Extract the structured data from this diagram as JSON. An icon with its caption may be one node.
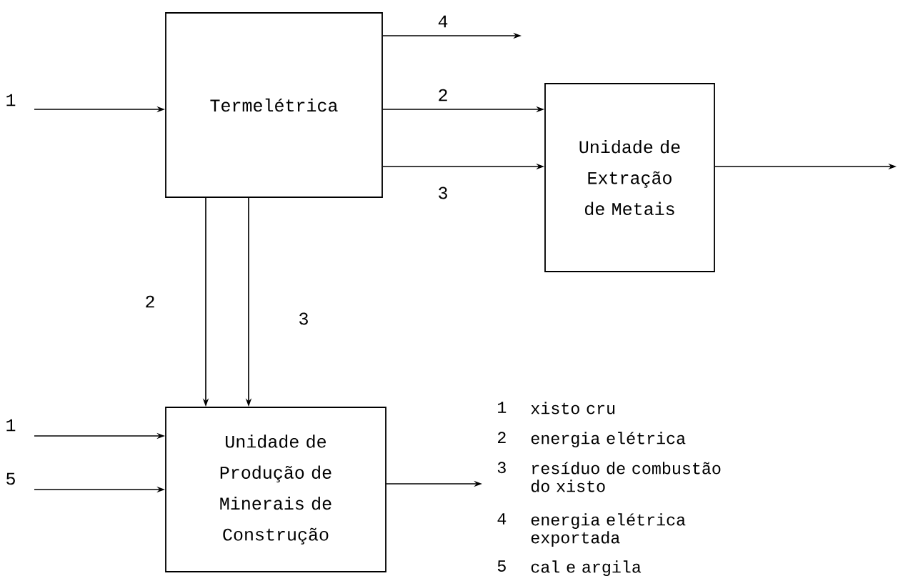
{
  "diagram": {
    "nodes": [
      {
        "text": [
          "Termelétrica"
        ]
      },
      {
        "text": [
          "Unidade de Extração de Metais"
        ]
      },
      {
        "text": [
          "Unidade de Produção de Minerais de Construção"
        ]
      }
    ],
    "edges": [
      {
        "from": null,
        "to": 0,
        "arrow": "to",
        "label": "1"
      },
      {
        "from": 0,
        "to": null,
        "arrow": "to",
        "label": "4"
      },
      {
        "from": 0,
        "to": 1,
        "arrow": "to",
        "label": "2"
      },
      {
        "from": 0,
        "to": 1,
        "arrow": "to",
        "label": "3"
      },
      {
        "from": 1,
        "to": null,
        "arrow": "to"
      },
      {
        "from": 0,
        "to": 2,
        "arrow": "to",
        "label": "2"
      },
      {
        "from": 0,
        "to": 2,
        "arrow": "to",
        "label": "3"
      },
      {
        "from": null,
        "to": 2,
        "arrow": "to",
        "label": "1"
      },
      {
        "from": null,
        "to": 2,
        "arrow": "to",
        "label": "5"
      },
      {
        "from": 2,
        "to": null,
        "arrow": "to"
      }
    ],
    "labels": [
      "1",
      "xisto cru",
      "2",
      "energia elétrica",
      "3",
      "resíduo de combustão do xisto",
      "4",
      "energia elétrica exportada",
      "5",
      "cal e argila"
    ]
  }
}
